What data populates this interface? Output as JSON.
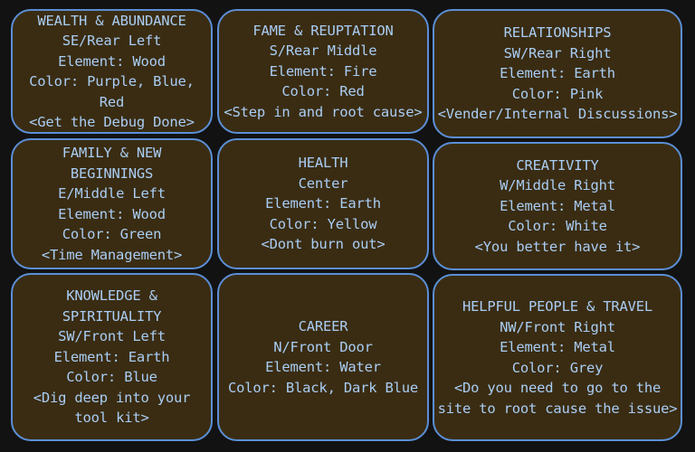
{
  "cards": [
    {
      "lines": [
        "WEALTH & ABUNDANCE",
        "SE/Rear Left",
        "Element: Wood",
        "Color: Purple, Blue, Red",
        "<Get the Debug Done>"
      ]
    },
    {
      "lines": [
        "FAME & REUPTATION",
        "S/Rear Middle",
        "Element: Fire",
        "Color: Red",
        "<Step in and root cause>"
      ]
    },
    {
      "lines": [
        "RELATIONSHIPS",
        "SW/Rear Right",
        "Element: Earth",
        "Color: Pink",
        "<Vender/Internal Discussions>"
      ]
    },
    {
      "lines": [
        "FAMILY & NEW",
        "BEGINNINGS",
        "E/Middle Left",
        "Element: Wood",
        "Color: Green",
        "<Time Management>"
      ]
    },
    {
      "lines": [
        "HEALTH",
        "Center",
        "Element: Earth",
        "Color: Yellow",
        "<Dont burn out>"
      ]
    },
    {
      "lines": [
        "CREATIVITY",
        "W/Middle Right",
        "Element: Metal",
        "Color: White",
        "<You better have it>"
      ]
    },
    {
      "lines": [
        "KNOWLEDGE &",
        "SPIRITUALITY",
        "SW/Front Left",
        "Element: Earth",
        "Color: Blue",
        "<Dig deep into your",
        "tool kit>"
      ]
    },
    {
      "lines": [
        "CAREER",
        "N/Front Door",
        "Element: Water",
        "Color: Black, Dark Blue"
      ]
    },
    {
      "lines": [
        "HELPFUL PEOPLE & TRAVEL",
        "NW/Front Right",
        "Element: Metal",
        "Color: Grey",
        "<Do you need to go to the",
        "site to root cause the issue>"
      ]
    }
  ]
}
